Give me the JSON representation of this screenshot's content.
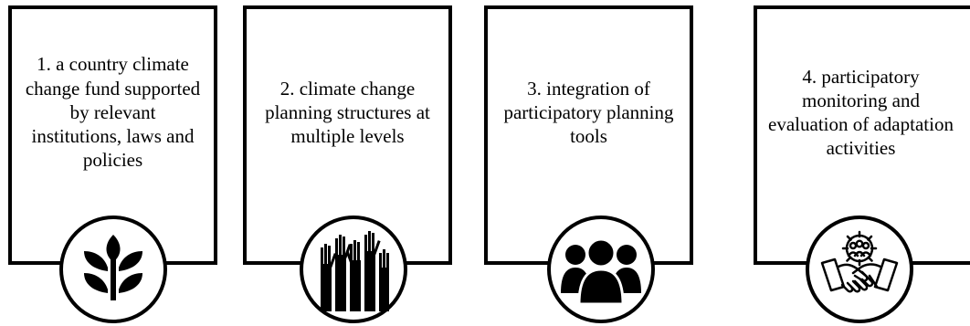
{
  "steps": [
    {
      "text": "1. a country climate change fund supported by relevant institutions, laws and policies",
      "icon": "plant-sprout-icon"
    },
    {
      "text": "2. climate change planning structures at multiple levels",
      "icon": "raised-hands-icon"
    },
    {
      "text": "3. integration of participatory planning tools",
      "icon": "group-of-people-icon"
    },
    {
      "text": "4. participatory monitoring and evaluation of adaptation activities",
      "icon": "handshake-gear-people-icon"
    }
  ]
}
